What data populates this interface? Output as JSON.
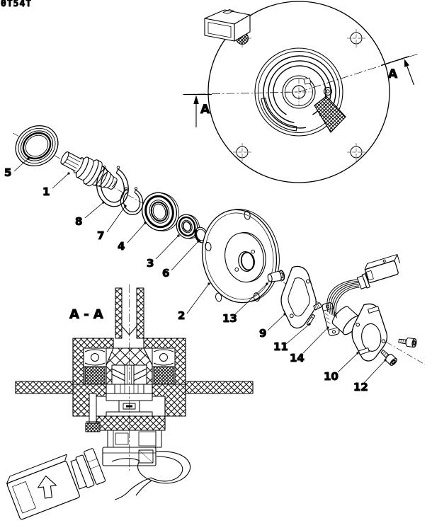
{
  "drawing": {
    "code": "0T54T",
    "background": "#ffffff",
    "line_color": "#000000"
  },
  "section": {
    "view_label": "A - A",
    "cut_arrow_label": "A"
  },
  "callouts": [
    {
      "label": "5"
    },
    {
      "label": "1"
    },
    {
      "label": "8"
    },
    {
      "label": "7"
    },
    {
      "label": "4"
    },
    {
      "label": "3"
    },
    {
      "label": "6"
    },
    {
      "label": "2"
    },
    {
      "label": "13"
    },
    {
      "label": "9"
    },
    {
      "label": "11"
    },
    {
      "label": "14"
    },
    {
      "label": "10"
    },
    {
      "label": "12"
    }
  ]
}
